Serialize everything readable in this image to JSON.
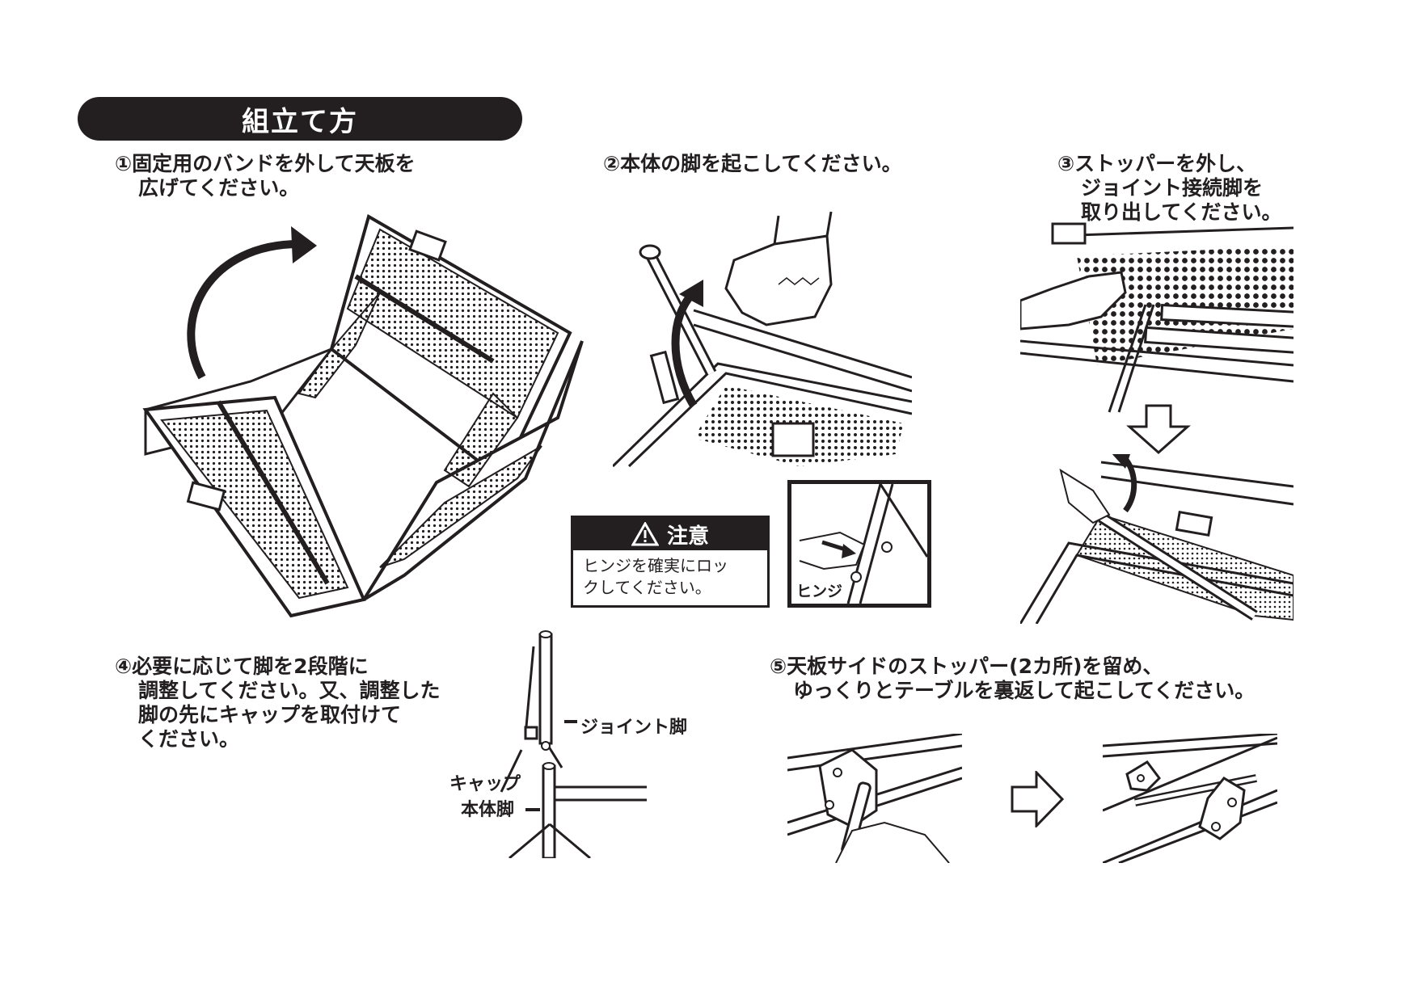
{
  "title": "組立て方",
  "steps": [
    {
      "num": "①",
      "lines": [
        "固定用のバンドを外して天板を",
        "広げてください。"
      ]
    },
    {
      "num": "②",
      "lines": [
        "本体の脚を起こしてください。"
      ]
    },
    {
      "num": "③",
      "lines": [
        "ストッパーを外し、",
        "ジョイント接続脚を",
        "取り出してください。"
      ]
    },
    {
      "num": "④",
      "lines": [
        "必要に応じて脚を2段階に",
        "調整してください。又、調整した",
        "脚の先にキャップを取付けて",
        "ください。"
      ]
    },
    {
      "num": "⑤",
      "lines": [
        "天板サイドのストッパー(2カ所)を留め、",
        "ゆっくりとテーブルを裏返して起こしてください。"
      ]
    }
  ],
  "caution": {
    "heading": "注意",
    "lines": [
      "ヒンジを確実にロッ",
      "クしてください。"
    ]
  },
  "labels": {
    "hinge": "ヒンジ",
    "joint_leg": "ジョイント脚",
    "cap": "キャップ",
    "body_leg": "本体脚"
  },
  "icons": [
    "curved-arrow-icon",
    "down-arrow-icon",
    "right-arrow-icon",
    "warning-triangle-icon"
  ]
}
